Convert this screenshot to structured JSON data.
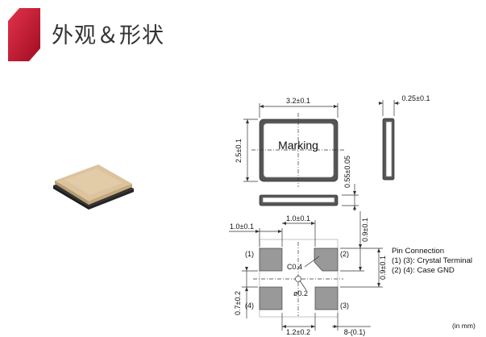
{
  "header": {
    "title": "外观＆形状",
    "accent_color": "#c8102e",
    "icon": "red-corner-tab-icon"
  },
  "product_photo": {
    "icon": "crystal-package-photo",
    "body_color": "#d9c09a",
    "base_color": "#3a3a3a"
  },
  "top_view": {
    "width_dim": "3.2±0.1",
    "height_dim": "2.5±0.1",
    "marking_text": "Marking"
  },
  "side_view": {
    "thickness_dim": "0.25±0.1",
    "lid_dim": "0.55±0.05"
  },
  "bottom_view": {
    "pad_width_dim": "1.0±0.1",
    "pad_gap_dim": "1.0±0.1",
    "chamfer_label": "C0.4",
    "hole_label": "ø0.2",
    "pitch_x_dim": "1.2±0.2",
    "edge_dim": "8-(0.1)",
    "pad_height_dim": "0.9±0.1",
    "pad_gap_v_dim": "0.9±0.1",
    "pitch_y_dim": "0.7±0.2",
    "pin1": "(1)",
    "pin2": "(2)",
    "pin3": "(3)",
    "pin4": "(4)"
  },
  "pin_connection": {
    "title": "Pin Connection",
    "line1": "(1) (3): Crystal Terminal",
    "line2": "(2) (4): Case GND"
  },
  "units_note": "(in mm)"
}
